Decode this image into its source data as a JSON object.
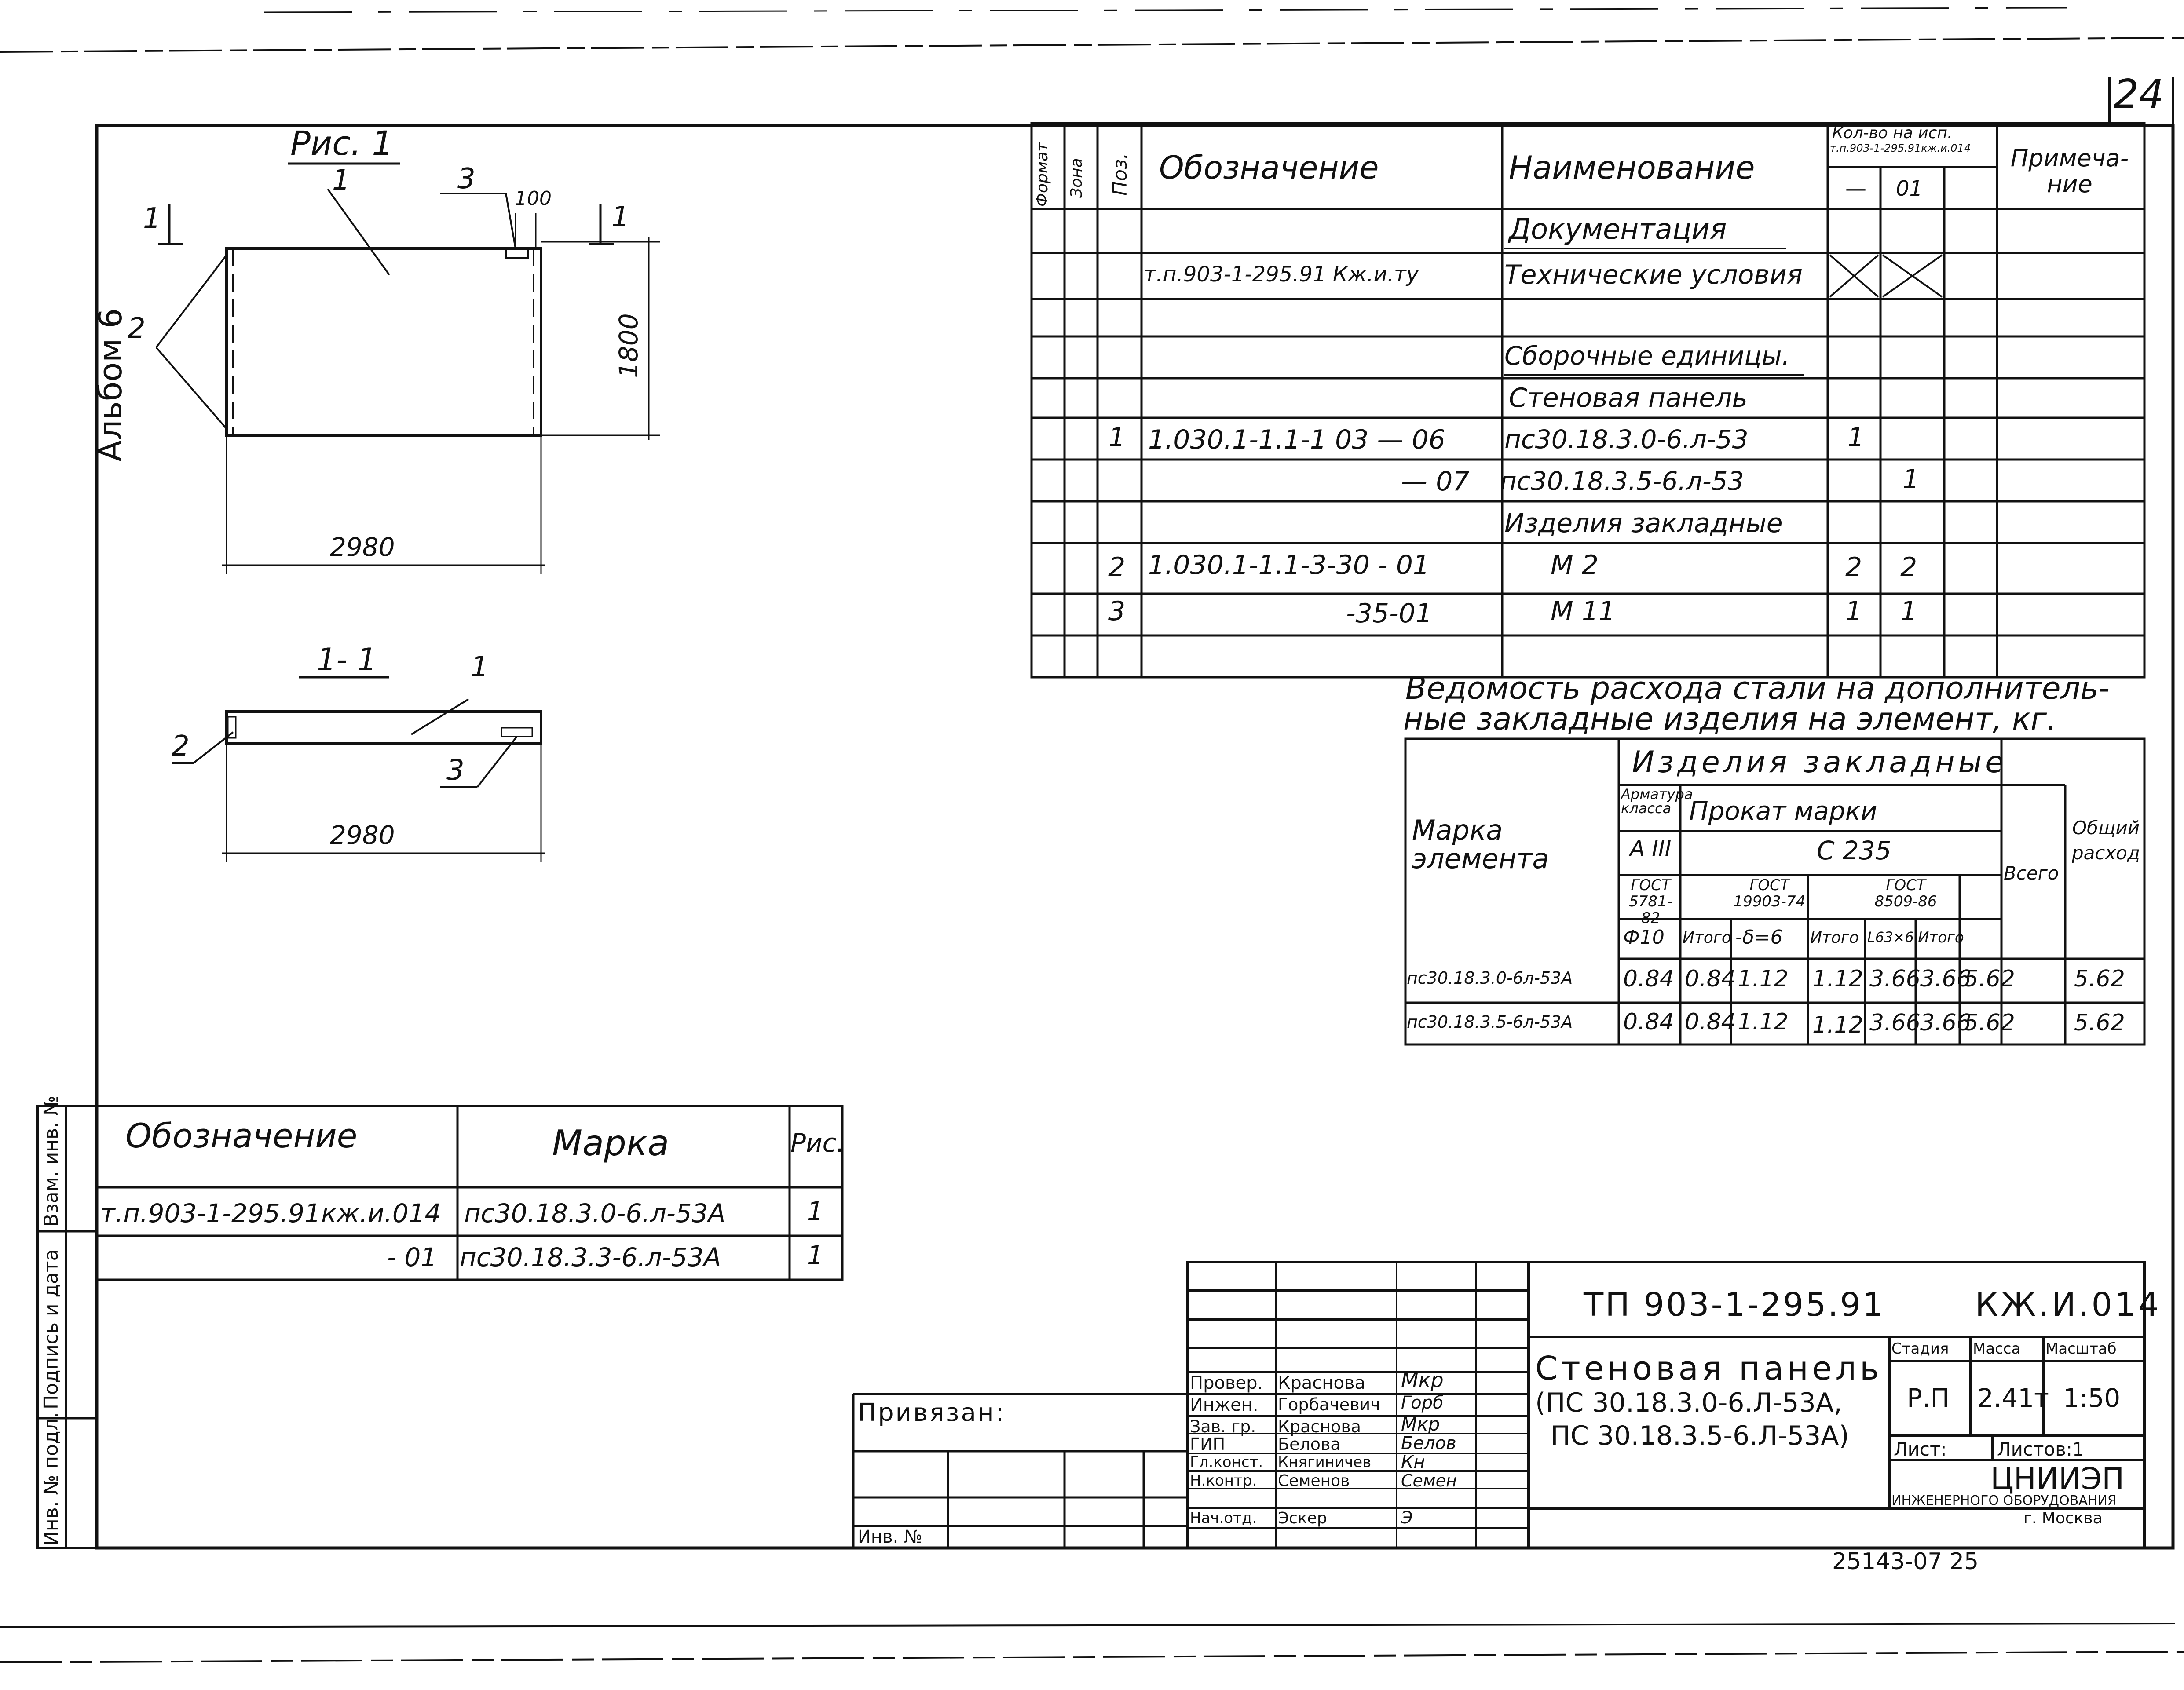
{
  "sheet": {
    "page_number": "24",
    "album": "Альбом 6",
    "archive_number": "25143-07  25"
  },
  "figure1": {
    "title": "Рис. 1",
    "pos1": "1",
    "pos2": "2",
    "pos3": "3",
    "pos2b": "2",
    "pos3b": "3",
    "pos1b": "1",
    "cut1": "1",
    "cut2": "1",
    "dim_width": "2980",
    "dim_height": "1800",
    "dim_small": "100",
    "section_title": "1- 1",
    "dim_width2": "2980"
  },
  "spec_table": {
    "headers": {
      "format": "Формат",
      "zone": "Зона",
      "pos": "Поз.",
      "designation": "Обозначение",
      "name": "Наименование",
      "qty": "Кол-во на исп.",
      "qty_doc": "т.п.903-1-295.91кж.и.014",
      "qty_col1": "—",
      "qty_col2": "01",
      "note": "Примеча-ние"
    },
    "rows": [
      {
        "pos": "",
        "designation": "",
        "name": "Документация",
        "q1": "",
        "q2": ""
      },
      {
        "pos": "",
        "designation": "т.п.903-1-295.91  Кж.и.ту",
        "name": "Технические условия",
        "q1": "",
        "q2": ""
      },
      {
        "pos": "",
        "designation": "",
        "name": "",
        "q1": "",
        "q2": ""
      },
      {
        "pos": "",
        "designation": "",
        "name": "Сборочные единицы.",
        "q1": "",
        "q2": ""
      },
      {
        "pos": "",
        "designation": "",
        "name": "Стеновая панель",
        "q1": "",
        "q2": ""
      },
      {
        "pos": "1",
        "designation": "1.030.1-1.1-1  03 — 06",
        "name": "пс30.18.3.0-6.л-53",
        "q1": "1",
        "q2": ""
      },
      {
        "pos": "",
        "designation": "— 07",
        "name": "пс30.18.3.5-6.л-53",
        "q1": "",
        "q2": "1"
      },
      {
        "pos": "",
        "designation": "",
        "name": "Изделия закладные",
        "q1": "",
        "q2": ""
      },
      {
        "pos": "2",
        "designation": "1.030.1-1.1-3-30 - 01",
        "name": "М 2",
        "q1": "2",
        "q2": "2"
      },
      {
        "pos": "3",
        "designation": "-35-01",
        "name": "М 11",
        "q1": "1",
        "q2": "1"
      },
      {
        "pos": "",
        "designation": "",
        "name": "",
        "q1": "",
        "q2": ""
      }
    ]
  },
  "steel_table": {
    "title_line1": "Ведомость расхода стали на дополнитель-",
    "title_line2": "ные закладные изделия на элемент, кг.",
    "h_items": "Изделия закладные",
    "h_mark": "Марка элемента",
    "h_rebar": "Арматура класса",
    "h_rolled": "Прокат марки",
    "h_a3": "А III",
    "h_c235": "С 235",
    "h_gost1": "ГОСТ 5781-82",
    "h_gost2": "ГОСТ 19903-74",
    "h_gost3": "ГОСТ 8509-86",
    "h_total": "Всего",
    "h_overall": "Общий расход",
    "sub": [
      "Ф10",
      "Итого",
      "-δ=6",
      "Итого",
      "L63×6",
      "Итого"
    ],
    "rows": [
      {
        "mark": "пс30.18.3.0-6л-53А",
        "v": [
          "0.84",
          "0.84",
          "1.12",
          "1.12",
          "3.66",
          "3.66",
          "5.62",
          "5.62"
        ]
      },
      {
        "mark": "пс30.18.3.5-6л-53А",
        "v": [
          "0.84",
          "0.84",
          "1.12",
          "1.12",
          "3.66",
          "3.66",
          "5.62",
          "5.62"
        ]
      }
    ]
  },
  "mark_table": {
    "h_designation": "Обозначение",
    "h_mark": "Марка",
    "h_fig": "Рис.",
    "rows": [
      {
        "designation": "т.п.903-1-295.91",
        "suffix": "кж.и.014",
        "mark": "пс30.18.3.0-6.л-53А",
        "fig": "1"
      },
      {
        "designation": "",
        "suffix": "- 01",
        "mark": "пс30.18.3.3-6.л-53А",
        "fig": "1"
      }
    ]
  },
  "side_stamp": [
    "Инв. № подл.",
    "Подпись и дата",
    "Взам. инв. №"
  ],
  "title_block": {
    "doc_number": "ТП  903-1-295.91",
    "doc_code": "КЖ.И.014",
    "title": "Стеновая панель",
    "subtitle1": "(ПС 30.18.3.0-6.Л-53А,",
    "subtitle2": "ПС 30.18.3.5-6.Л-53А)",
    "stage_label": "Стадия",
    "mass_label": "Масса",
    "scale_label": "Масштаб",
    "stage": "Р.П",
    "mass": "2.41т",
    "scale": "1:50",
    "sheet_label": "Лист:",
    "sheets_label": "Листов:1",
    "org1": "ЦНИИЭП",
    "org2": "ИНЖЕНЕРНОГО ОБОРУДОВАНИЯ",
    "org3": "г. Москва",
    "linked": "Привязан:",
    "inv": "Инв. №",
    "roles": [
      {
        "role": "Провер.",
        "name": "Краснова",
        "sign": "Мкр"
      },
      {
        "role": "Инжен.",
        "name": "Горбачевич",
        "sign": "Горб"
      },
      {
        "role": "Зав. гр.",
        "name": "Краснова",
        "sign": "Мкр"
      },
      {
        "role": "ГИП",
        "name": "Белова",
        "sign": "Белов"
      },
      {
        "role": "Гл.конст.",
        "name": "Княгиничев",
        "sign": "Кн"
      },
      {
        "role": "Н.контр.",
        "name": "Семенов",
        "sign": "Семен"
      },
      {
        "role": "Нач.отд.",
        "name": "Эскер",
        "sign": "Э"
      }
    ]
  }
}
